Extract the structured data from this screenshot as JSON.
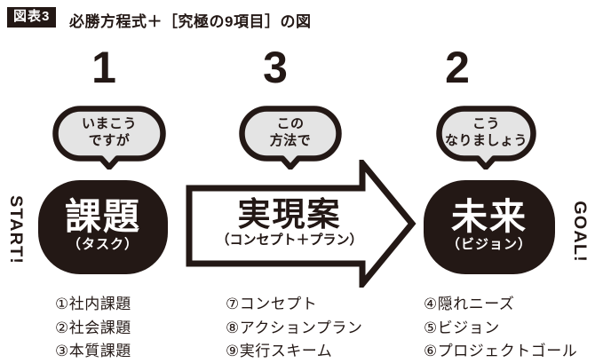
{
  "figure": {
    "badge": "図表3",
    "title": "必勝方程式＋［究極の9項目］の図"
  },
  "labels": {
    "start": "START!",
    "goal": "GOAL!"
  },
  "colors": {
    "ink": "#231815",
    "bubble_fill": "#e4e4e4",
    "background": "#ffffff"
  },
  "steps": {
    "current": {
      "order": "1",
      "bubble_line1": "いまこう",
      "bubble_line2": "ですが",
      "name": "課題",
      "subtitle": "（タスク）",
      "items": [
        "①社内課題",
        "②社会課題",
        "③本質課題"
      ]
    },
    "method": {
      "order": "3",
      "bubble_line1": "この",
      "bubble_line2": "方法で",
      "name": "実現案",
      "subtitle": "（コンセプト＋プラン）",
      "items": [
        "⑦コンセプト",
        "⑧アクションプラン",
        "⑨実行スキーム"
      ]
    },
    "future": {
      "order": "2",
      "bubble_line1": "こう",
      "bubble_line2": "なりましょう",
      "name": "未来",
      "subtitle": "（ビジョン）",
      "items": [
        "④隠れニーズ",
        "⑤ビジョン",
        "⑥プロジェクトゴール"
      ]
    }
  }
}
